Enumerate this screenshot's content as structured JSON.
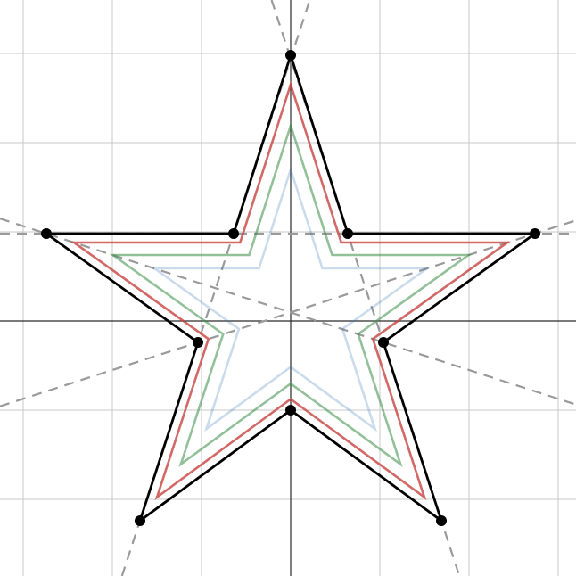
{
  "chart_data": {
    "type": "diagram",
    "grid": true,
    "axes": true,
    "xlim": [
      -3.26,
      3.2
    ],
    "ylim": [
      -2.86,
      3.6
    ],
    "grid_spacing": 1,
    "outer_vertices": [
      [
        0,
        2.98
      ],
      [
        0.64,
        0.98
      ],
      [
        2.74,
        0.98
      ],
      [
        1.04,
        -0.24
      ],
      [
        1.69,
        -2.24
      ],
      [
        0,
        -1.0
      ],
      [
        -1.69,
        -2.24
      ],
      [
        -1.04,
        -0.24
      ],
      [
        -2.74,
        0.98
      ],
      [
        -0.64,
        0.98
      ]
    ],
    "guide_lines": [
      {
        "p1": [
          0.64,
          0.98
        ],
        "p2": [
          1.69,
          -2.24
        ]
      },
      {
        "p1": [
          -0.64,
          0.98
        ],
        "p2": [
          -1.69,
          -2.24
        ]
      },
      {
        "p1": [
          -2.74,
          0.98
        ],
        "p2": [
          1.04,
          -0.24
        ]
      },
      {
        "p1": [
          2.74,
          0.98
        ],
        "p2": [
          -1.04,
          -0.24
        ]
      },
      {
        "p1": [
          -2.74,
          0.98
        ],
        "p2": [
          2.74,
          0.98
        ]
      }
    ],
    "series": [
      {
        "role": "outer",
        "color": "#000000",
        "inset": 0,
        "opacity": 1.0
      },
      {
        "role": "offset-1",
        "color": "#c74440",
        "inset": 0.1,
        "opacity": 0.8
      },
      {
        "role": "offset-2",
        "color": "#388c46",
        "inset": 0.24,
        "opacity": 0.55
      },
      {
        "role": "offset-3",
        "color": "#2d70b3",
        "inset": 0.39,
        "opacity": 0.25
      }
    ],
    "colors": {
      "grid": "#c8c8c8",
      "axis": "#2a2a2a",
      "guide": "#9a9a9a"
    }
  }
}
